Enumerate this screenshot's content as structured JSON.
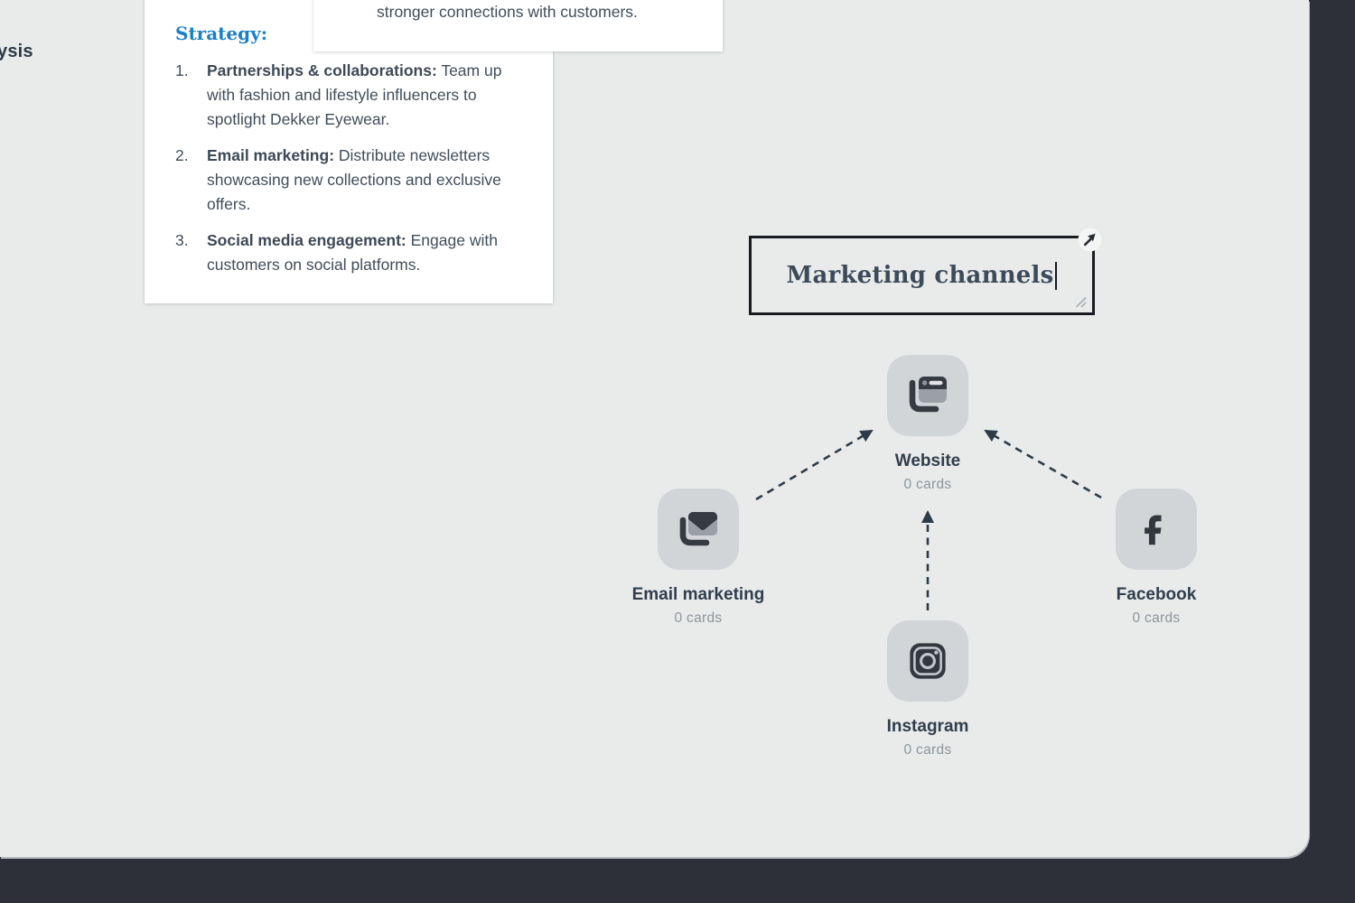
{
  "canvas": {
    "clipped_text_left": "ysis",
    "background_color": "#e9ebea",
    "frame_color": "#2d3038"
  },
  "note_card_top": {
    "text": "stronger connections with customers."
  },
  "strategy_card": {
    "heading": "Strategy:",
    "heading_color": "#1c80c4",
    "items": [
      {
        "num": "1.",
        "bold": "Partnerships & collaborations:",
        "rest": " Team up with fashion and lifestyle influencers to spotlight Dekker Eyewear."
      },
      {
        "num": "2.",
        "bold": "Email marketing:",
        "rest": " Distribute newsletters showcasing new collections and exclusive offers."
      },
      {
        "num": "3.",
        "bold": "Social media engagement:",
        "rest": " Engage with customers on social platforms."
      }
    ]
  },
  "title_box": {
    "text": "Marketing channels",
    "state": "editing",
    "border_color": "#181b20"
  },
  "diagram": {
    "nodes": [
      {
        "id": "website",
        "label": "Website",
        "sublabel": "0 cards",
        "icon": "browser-window-icon"
      },
      {
        "id": "email",
        "label": "Email marketing",
        "sublabel": "0 cards",
        "icon": "envelope-icon"
      },
      {
        "id": "facebook",
        "label": "Facebook",
        "sublabel": "0 cards",
        "icon": "facebook-icon"
      },
      {
        "id": "instagram",
        "label": "Instagram",
        "sublabel": "0 cards",
        "icon": "instagram-icon"
      }
    ],
    "edges": [
      {
        "from": "email",
        "to": "website",
        "style": "dashed-arrow"
      },
      {
        "from": "instagram",
        "to": "website",
        "style": "dashed-arrow"
      },
      {
        "from": "facebook",
        "to": "website",
        "style": "dashed-arrow"
      }
    ],
    "edge_color": "#2d3b47",
    "tile_color": "#d2d5d8"
  }
}
